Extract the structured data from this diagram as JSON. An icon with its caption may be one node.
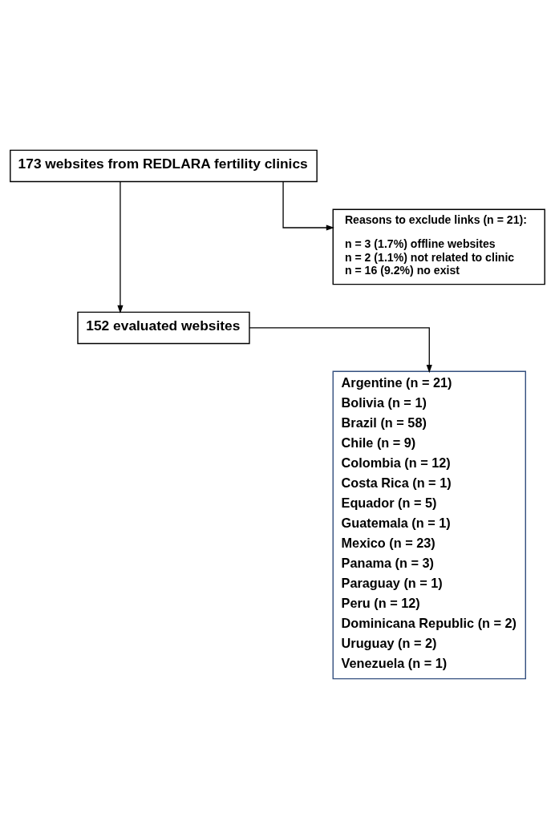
{
  "diagram": {
    "nodes": [
      {
        "text": [
          "173 websites from REDLARA fertility clinics"
        ]
      },
      {
        "text": [
          "Reasons to exclude links (n = 21):",
          "n = 3 (1.7%) offline websites",
          "n = 2 (1.1%) not related to clinic",
          "n = 16 (9.2%) no exist"
        ]
      },
      {
        "text": [
          "152 evaluated websites"
        ]
      },
      {
        "text": [
          "Argentine (n = 21)",
          "Bolivia (n = 1)",
          "Brazil (n = 58)",
          "Chile (n = 9)",
          "Colombia (n = 12)",
          "Costa Rica (n = 1)",
          "Equador (n = 5)",
          "Guatemala (n = 1)",
          "Mexico (n = 23)",
          "Panama (n = 3)",
          "Paraguay (n = 1)",
          "Peru (n = 12)",
          "Dominicana Republic (n = 2)",
          "Uruguay (n = 2)",
          "Venezuela (n = 1)"
        ]
      }
    ],
    "edges": [
      {
        "from": 0,
        "to": 2,
        "arrow": "to"
      },
      {
        "from": 0,
        "to": 1,
        "arrow": "to"
      },
      {
        "from": 2,
        "to": 3,
        "arrow": "to"
      }
    ]
  }
}
